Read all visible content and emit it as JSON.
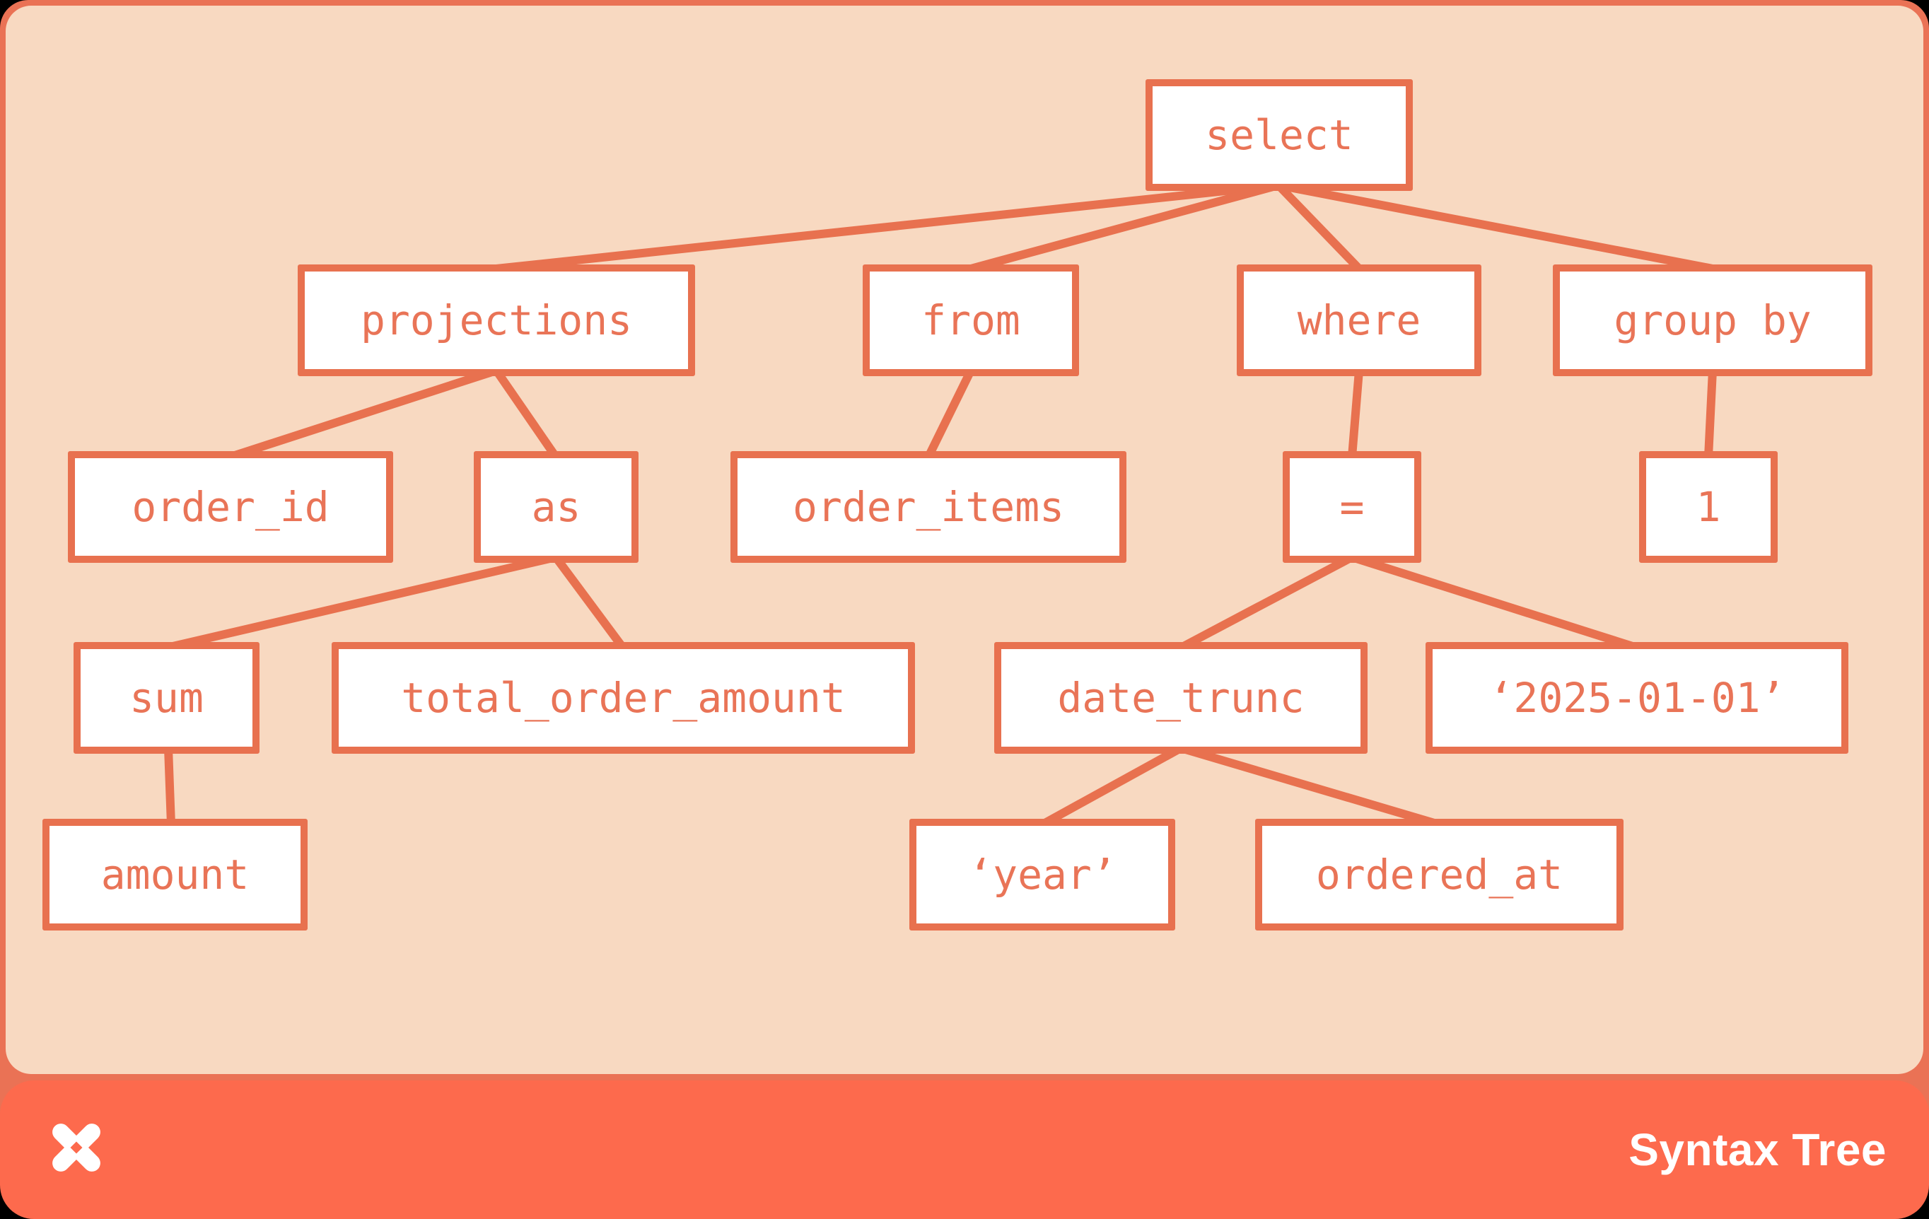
{
  "title": "Syntax Tree",
  "colors": {
    "background": "#000000",
    "card_orange": "#EA7255",
    "panel_peach": "#F8D9C1",
    "node_border": "#E8714F",
    "node_text": "#E97457",
    "footer_orange": "#FD6A4D",
    "footer_text": "#FFFFFF"
  },
  "tree": {
    "nodes": [
      {
        "id": "select",
        "label": "select"
      },
      {
        "id": "projections",
        "label": "projections"
      },
      {
        "id": "from",
        "label": "from"
      },
      {
        "id": "where",
        "label": "where"
      },
      {
        "id": "group_by",
        "label": "group by"
      },
      {
        "id": "order_id",
        "label": "order_id"
      },
      {
        "id": "as",
        "label": "as"
      },
      {
        "id": "order_items",
        "label": "order_items"
      },
      {
        "id": "eq",
        "label": "="
      },
      {
        "id": "one",
        "label": "1"
      },
      {
        "id": "sum",
        "label": "sum"
      },
      {
        "id": "total_order_amount",
        "label": "total_order_amount"
      },
      {
        "id": "date_trunc",
        "label": "date_trunc"
      },
      {
        "id": "date_literal",
        "label": "‘2025-01-01’"
      },
      {
        "id": "amount",
        "label": "amount"
      },
      {
        "id": "year_literal",
        "label": "‘year’"
      },
      {
        "id": "ordered_at",
        "label": "ordered_at"
      }
    ],
    "edges": [
      [
        "select",
        "projections"
      ],
      [
        "select",
        "from"
      ],
      [
        "select",
        "where"
      ],
      [
        "select",
        "group_by"
      ],
      [
        "projections",
        "order_id"
      ],
      [
        "projections",
        "as"
      ],
      [
        "from",
        "order_items"
      ],
      [
        "where",
        "eq"
      ],
      [
        "group_by",
        "one"
      ],
      [
        "as",
        "sum"
      ],
      [
        "as",
        "total_order_amount"
      ],
      [
        "sum",
        "amount"
      ],
      [
        "eq",
        "date_trunc"
      ],
      [
        "eq",
        "date_literal"
      ],
      [
        "date_trunc",
        "year_literal"
      ],
      [
        "date_trunc",
        "ordered_at"
      ]
    ]
  },
  "footer": {
    "logo_icon": "dbt-logo",
    "title": "Syntax Tree"
  }
}
